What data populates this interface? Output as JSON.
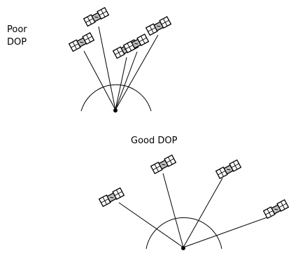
{
  "labels": {
    "poor_dop_line1": "Poor",
    "poor_dop_line2": "DOP",
    "good_dop": "Good DOP"
  },
  "colors": {
    "ink": "#000000",
    "panel_fill": "#ffffff",
    "panel_shade": "#cfcfcf"
  },
  "icons": {
    "satellite": "satellite-icon",
    "receiver": "receiver-icon"
  }
}
